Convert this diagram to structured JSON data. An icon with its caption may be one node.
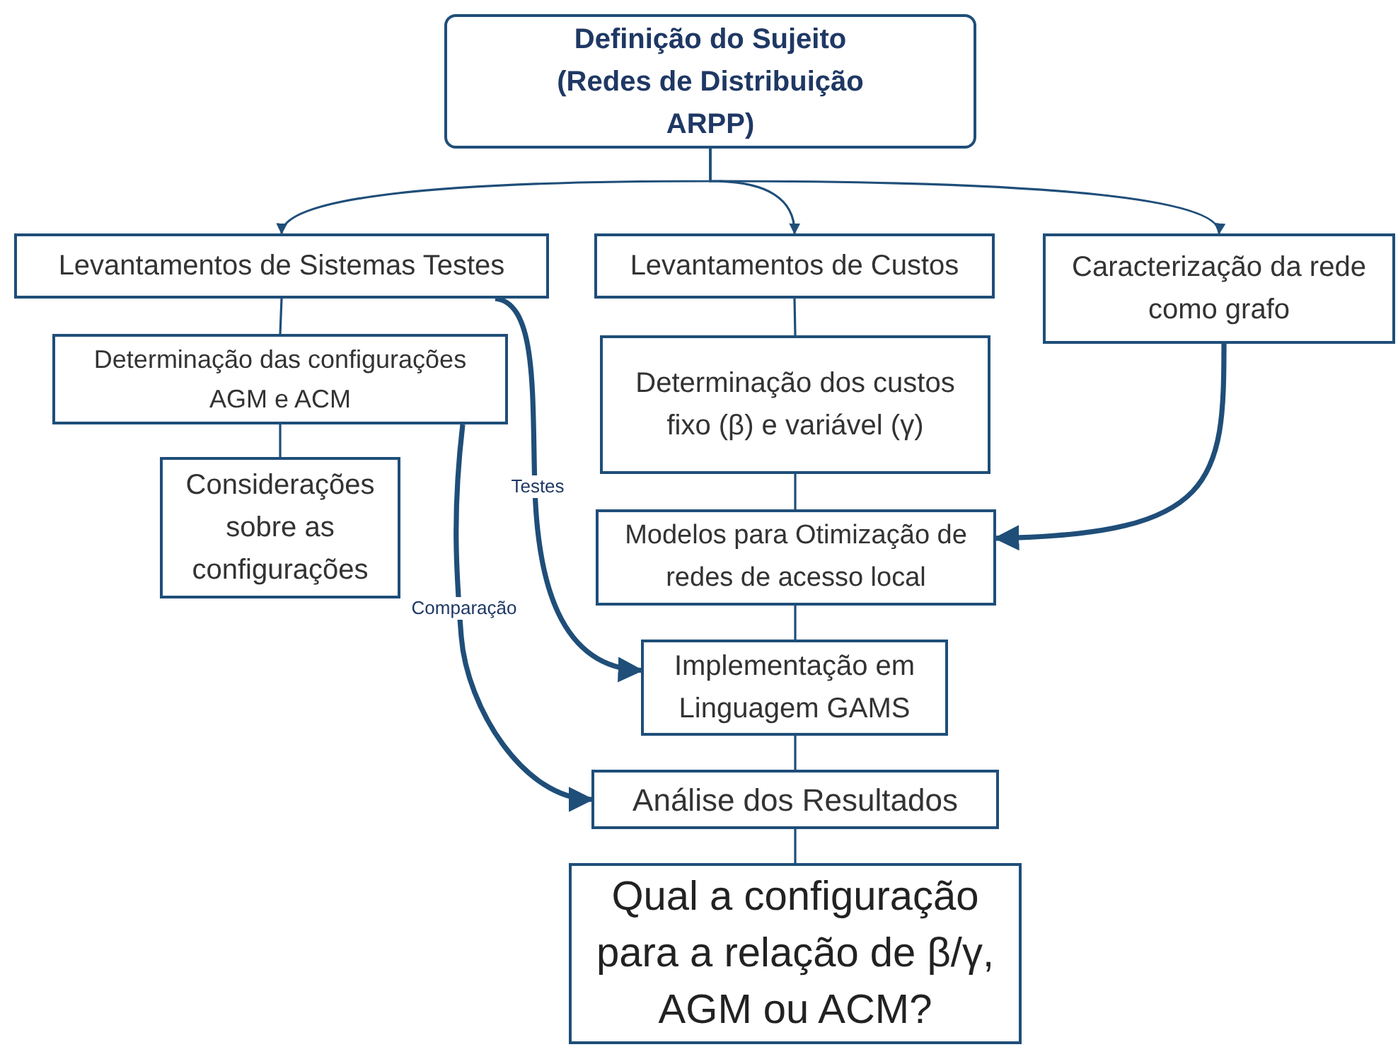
{
  "diagram": {
    "nodes": [
      {
        "text": [
          "Definição do Sujeito (Redes de Distribuição ARPP)"
        ]
      },
      {
        "text": [
          "Levantamentos de Sistemas Testes"
        ]
      },
      {
        "text": [
          "Levantamentos de Custos"
        ]
      },
      {
        "text": [
          "Caracterização da rede como grafo"
        ]
      },
      {
        "text": [
          "Determinação das configurações AGM e ACM"
        ]
      },
      {
        "text": [
          "Considerações sobre as configurações"
        ]
      },
      {
        "text": [
          "Determinação dos custos fixo (β) e variável (γ)"
        ]
      },
      {
        "text": [
          "Modelos para Otimização de redes de acesso local"
        ]
      },
      {
        "text": [
          "Implementação em Linguagem GAMS"
        ]
      },
      {
        "text": [
          "Análise dos Resultados"
        ]
      },
      {
        "text": [
          "Qual a configuração para a relação de β/γ, AGM ou ACM?"
        ]
      }
    ],
    "edges": [
      {
        "from": 0,
        "to": 1,
        "arrow": "to"
      },
      {
        "from": 0,
        "to": 2,
        "arrow": "to"
      },
      {
        "from": 0,
        "to": 3,
        "arrow": "to"
      },
      {
        "from": 1,
        "to": 4,
        "arrow": "none"
      },
      {
        "from": 4,
        "to": 5,
        "arrow": "none"
      },
      {
        "from": 2,
        "to": 6,
        "arrow": "none"
      },
      {
        "from": 6,
        "to": 7,
        "arrow": "none"
      },
      {
        "from": 3,
        "to": 7,
        "arrow": "to",
        "style": "thick"
      },
      {
        "from": 7,
        "to": 8,
        "arrow": "none"
      },
      {
        "from": 1,
        "to": 8,
        "arrow": "to",
        "label": "Testes",
        "style": "thick"
      },
      {
        "from": 8,
        "to": 9,
        "arrow": "none"
      },
      {
        "from": 4,
        "to": 9,
        "arrow": "to",
        "label": "Comparação",
        "style": "thick"
      },
      {
        "from": 9,
        "to": 10,
        "arrow": "none"
      }
    ]
  }
}
